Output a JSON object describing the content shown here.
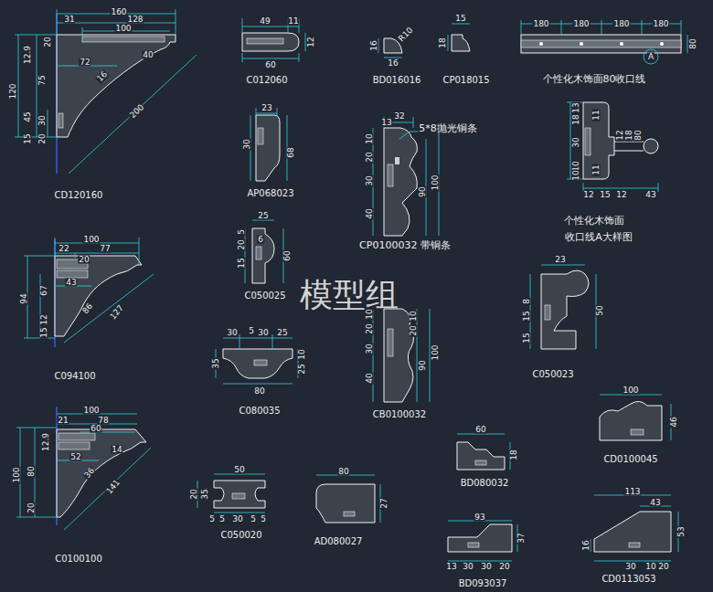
{
  "diagram": {
    "labels": [
      "160",
      "31",
      "128",
      "100",
      "72",
      "40",
      "16",
      "200",
      "120",
      "12.9",
      "20",
      "75",
      "45",
      "30",
      "15",
      "20",
      "CD120160",
      "100",
      "22",
      "77",
      "20",
      "43",
      "86",
      "127",
      "67",
      "94",
      "12",
      "15",
      "C094100",
      "100",
      "21",
      "78",
      "60",
      "12.9",
      "52",
      "14",
      "36",
      "141",
      "100",
      "80",
      "20",
      "C0100100",
      "49",
      "11",
      "12",
      "60",
      "C012060",
      "16",
      "R10",
      "16",
      "BD016016",
      "15",
      "18",
      "CP018015",
      "180",
      "180",
      "180",
      "180",
      "80",
      "A",
      "个性化木饰面80收口线",
      "13",
      "18",
      "30",
      "10",
      "10",
      "11",
      "11",
      "12",
      "18",
      "80",
      "12",
      "15",
      "12",
      "43",
      "个性化木饰面",
      "收口线A大样图",
      "23",
      "30",
      "68",
      "AP068023",
      "32",
      "13",
      "5*8抛光铜条",
      "10",
      "20",
      "30",
      "40",
      "90",
      "100",
      "CP0100032 带铜条",
      "25",
      "5",
      "20",
      "15",
      "60",
      "6",
      "C050025",
      "30",
      "5",
      "30",
      "25",
      "35",
      "25",
      "10",
      "80",
      "C080035",
      "10",
      "20",
      "30",
      "40",
      "10",
      "20",
      "90",
      "100",
      "CB0100032",
      "23",
      "8",
      "15",
      "15",
      "50",
      "C050023",
      "60",
      "18",
      "BD080032",
      "100",
      "46",
      "CD0100045",
      "50",
      "20",
      "35",
      "5",
      "5",
      "30",
      "5",
      "5",
      "C050020",
      "80",
      "27",
      "AD080027",
      "93",
      "37",
      "13",
      "30",
      "30",
      "20",
      "BD093037",
      "113",
      "43",
      "53",
      "16",
      "30",
      "10",
      "20",
      "CD0113053",
      "模型组"
    ]
  }
}
